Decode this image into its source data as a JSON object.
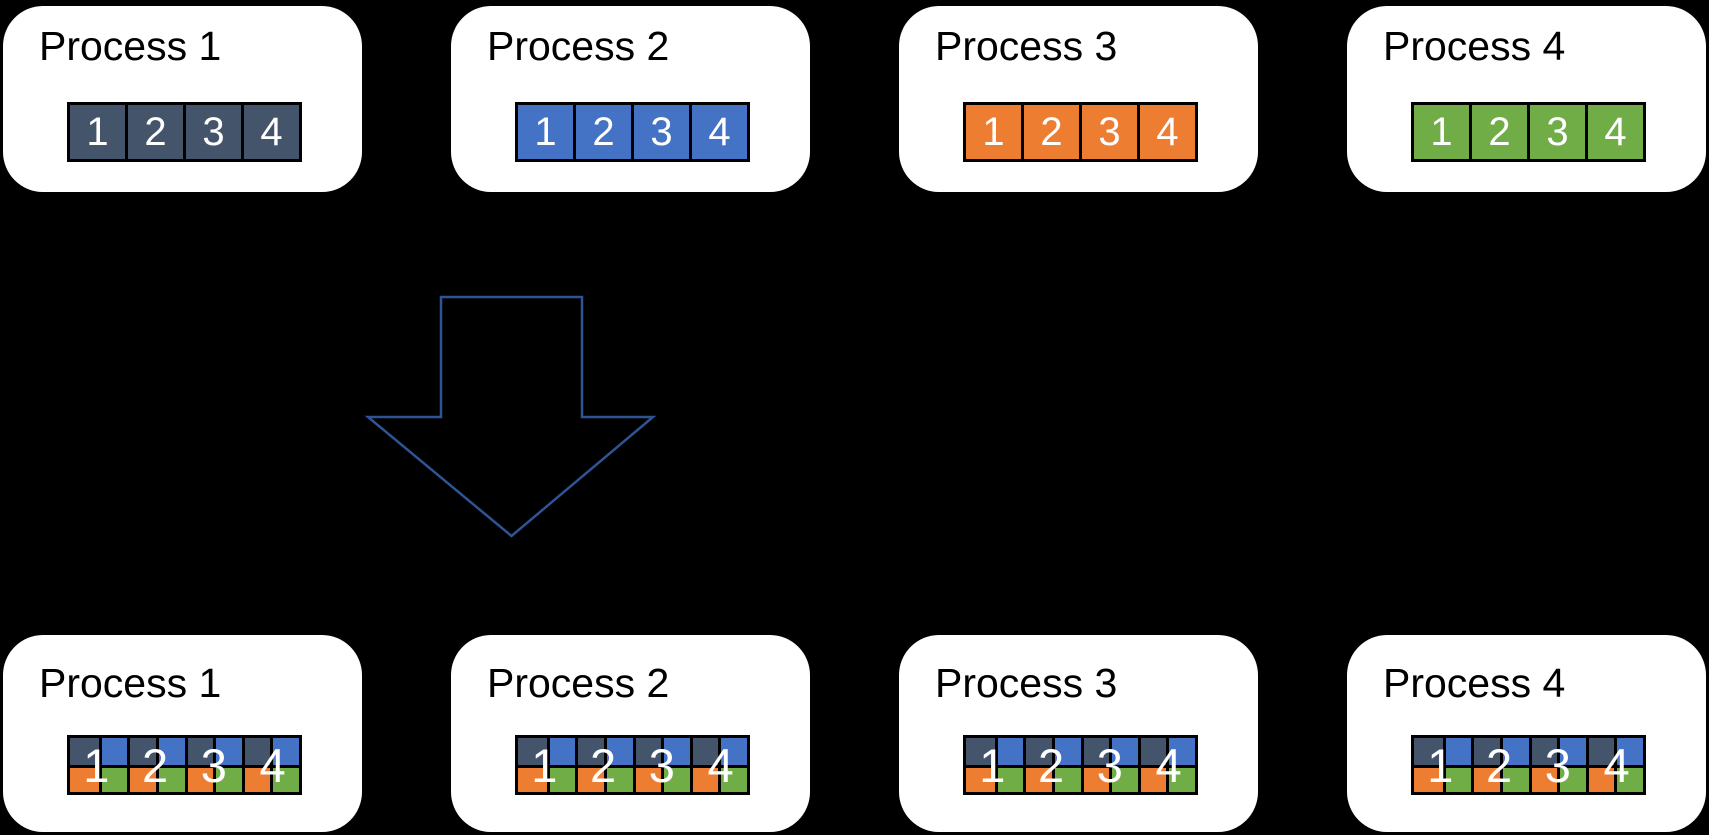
{
  "palette": {
    "canvas_bg": "#000000",
    "box_bg": "#FFFFFF",
    "title_color": "#000000",
    "cell_border": "#000000",
    "number_color": "#FFFFFF",
    "arrow_stroke": "#2F5496",
    "process_colors": {
      "p1": "#44546A",
      "p2": "#4472C4",
      "p3": "#ED7D31",
      "p4": "#70AD47"
    }
  },
  "top_row": {
    "boxes": [
      {
        "title": "Process 1",
        "color": "p1",
        "cells": [
          "1",
          "2",
          "3",
          "4"
        ]
      },
      {
        "title": "Process 2",
        "color": "p2",
        "cells": [
          "1",
          "2",
          "3",
          "4"
        ]
      },
      {
        "title": "Process 3",
        "color": "p3",
        "cells": [
          "1",
          "2",
          "3",
          "4"
        ]
      },
      {
        "title": "Process 4",
        "color": "p4",
        "cells": [
          "1",
          "2",
          "3",
          "4"
        ]
      }
    ]
  },
  "bottom_row": {
    "boxes": [
      {
        "title": "Process 1"
      },
      {
        "title": "Process 2"
      },
      {
        "title": "Process 3"
      },
      {
        "title": "Process 4"
      }
    ],
    "grid": {
      "top_row_colors": [
        "p1",
        "p2",
        "p1",
        "p2",
        "p1",
        "p2",
        "p1",
        "p2"
      ],
      "bottom_row_colors": [
        "p3",
        "p4",
        "p3",
        "p4",
        "p3",
        "p4",
        "p3",
        "p4"
      ],
      "overlay_labels": [
        "1",
        "2",
        "3",
        "4"
      ]
    }
  },
  "arrow": {
    "direction": "down"
  }
}
